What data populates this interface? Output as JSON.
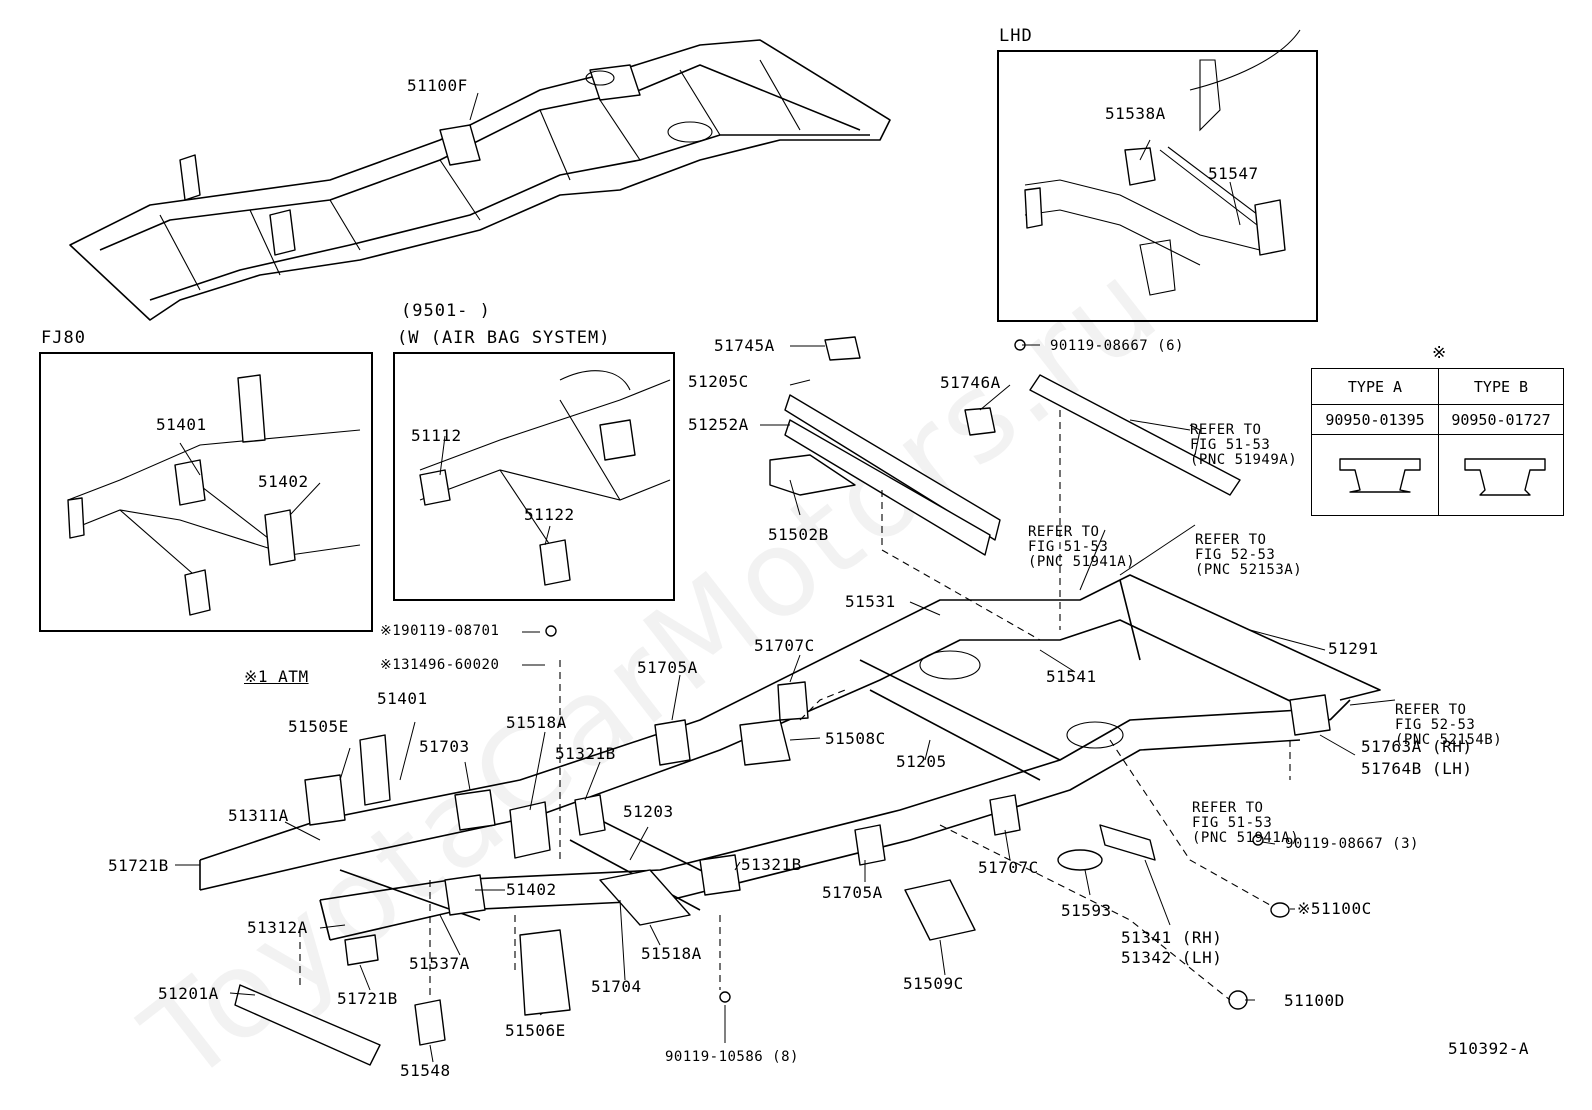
{
  "watermark": "ToyotaCarMotors.ru",
  "figure_code": "510392-A",
  "insets": {
    "lhd": {
      "title": "LHD",
      "labels": [
        "51538A",
        "51547"
      ]
    },
    "fj80": {
      "title": "FJ80",
      "labels": [
        "51401",
        "51402"
      ]
    },
    "airbag": {
      "title_line1": "(9501-      )",
      "title_line2": "(W (AIR BAG SYSTEM)",
      "labels": [
        "51112",
        "51122"
      ]
    }
  },
  "type_table": {
    "marker": "※",
    "headers": [
      "TYPE A",
      "TYPE B"
    ],
    "parts": [
      "90950-01395",
      "90950-01727"
    ]
  },
  "atm_note": "※1 ATM",
  "part_labels": {
    "p51100F": "51100F",
    "p51745A": "51745A",
    "p51205C": "51205C",
    "p51252A": "51252A",
    "p51502B": "51502B",
    "p51746A": "51746A",
    "p90119_08667_6": "90119-08667 (6)",
    "p90119_08701": "※190119-08701",
    "p31496_60020": "※131496-60020",
    "p51705A_1": "51705A",
    "p51707C_1": "51707C",
    "p51531": "51531",
    "p51291": "51291",
    "p51541": "51541",
    "p51401": "51401",
    "p51505E": "51505E",
    "p51518A_1": "51518A",
    "p51703": "51703",
    "p51321B_1": "51321B",
    "p51508C": "51508C",
    "p51205": "51205",
    "p51763A": "51763A (RH)",
    "p51764B": "51764B (LH)",
    "p51311A": "51311A",
    "p51203": "51203",
    "p51721B_1": "51721B",
    "p51321B_2": "51321B",
    "p51402": "51402",
    "p51705A_2": "51705A",
    "p51707C_2": "51707C",
    "p90119_08667_3": "90119-08667 (3)",
    "p51312A": "51312A",
    "p51537A": "51537A",
    "p51518A_2": "51518A",
    "p51593": "51593",
    "p51100C": "※51100C",
    "p51341": "51341 (RH)",
    "p51342": "51342 (LH)",
    "p51201A": "51201A",
    "p51721B_2": "51721B",
    "p51704": "51704",
    "p51509C": "51509C",
    "p51100D": "51100D",
    "p51548": "51548",
    "p51506E": "51506E",
    "p90119_10586": "90119-10586 (8)"
  },
  "refer_notes": {
    "r1": [
      "REFER TO",
      "FIG 51-53",
      "(PNC 51949A)"
    ],
    "r2": [
      "REFER TO",
      "FIG 51-53",
      "(PNC 51941A)"
    ],
    "r3": [
      "REFER TO",
      "FIG 52-53",
      "(PNC 52153A)"
    ],
    "r4": [
      "REFER TO",
      "FIG 52-53",
      "(PNC 52154B)"
    ],
    "r5": [
      "REFER TO",
      "FIG 51-53",
      "(PNC 51941A)"
    ]
  }
}
